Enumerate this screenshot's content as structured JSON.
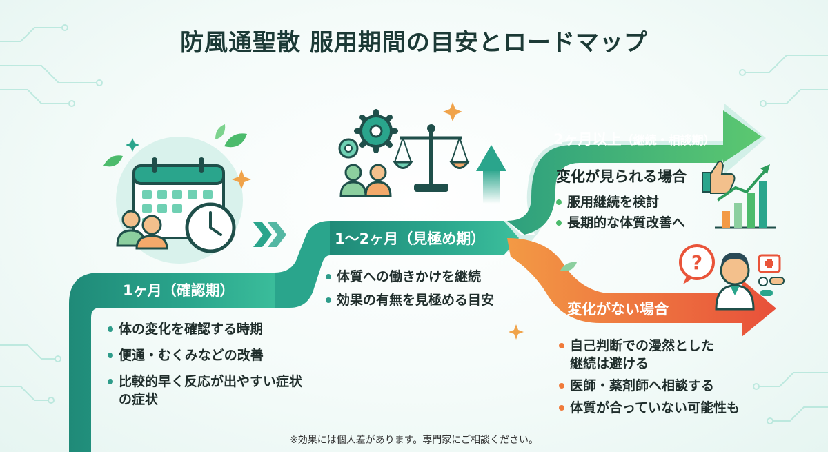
{
  "title": "防風通聖散 服用期間の目安とロードマップ",
  "stage1": {
    "label": "1ヶ月（確認期）",
    "bullets": [
      "体の変化を確認する時期",
      "便通・むくみなどの改善",
      "比較的早く反応が出やすい症状"
    ],
    "bullet_continuation": "の症状"
  },
  "stage2": {
    "label": "1〜2ヶ月（見極め期）",
    "bullets": [
      "体質への働きかけを継続",
      "効果の有無を見極める目安"
    ]
  },
  "stage3": {
    "label_main": "2ヶ月以上",
    "label_sub": "（継続・相談期）",
    "case_yes": {
      "heading": "変化が見られる場合",
      "bullets": [
        "服用継続を検討",
        "長期的な体質改善へ"
      ]
    },
    "case_no": {
      "heading": "変化がない場合",
      "bullets": [
        "自己判断での漫然とした",
        "医師・薬剤師へ相談する",
        "体質が合っていない可能性も"
      ],
      "bullet_continuation": "継続は避ける"
    }
  },
  "footnote": "※効果には個人差があります。専門家にご相談ください。",
  "icons": [
    "calendar-icon",
    "clock-icon",
    "people-icon",
    "gear-icon",
    "balance-scale-icon",
    "up-arrow-icon",
    "thumbs-up-icon",
    "growth-chart-icon",
    "doctor-icon",
    "question-bubble-icon",
    "medical-kit-icon",
    "pills-icon",
    "leaf-icon",
    "sparkle-icon",
    "chevron-right-icon"
  ],
  "colors": {
    "teal_dark": "#1f8a78",
    "teal_light": "#3fc3a3",
    "green": "#4cbb6c",
    "orange": "#f07a3a",
    "red_orange": "#e9543a",
    "title": "#1c3a36"
  }
}
